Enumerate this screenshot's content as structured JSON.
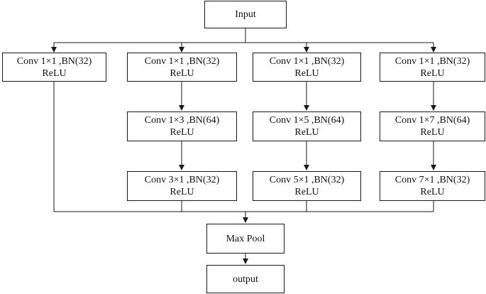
{
  "diagram": {
    "input": "Input",
    "branches": [
      {
        "steps": [
          {
            "line1": "Conv 1×1 ,BN(32)",
            "line2": "ReLU"
          }
        ]
      },
      {
        "steps": [
          {
            "line1": "Conv 1×1 ,BN(32)",
            "line2": "ReLU"
          },
          {
            "line1": "Conv 1×3 ,BN(64)",
            "line2": "ReLU"
          },
          {
            "line1": "Conv 3×1 ,BN(32)",
            "line2": "ReLU"
          }
        ]
      },
      {
        "steps": [
          {
            "line1": "Conv 1×1 ,BN(32)",
            "line2": "ReLU"
          },
          {
            "line1": "Conv 1×5 ,BN(64)",
            "line2": "ReLU"
          },
          {
            "line1": "Conv 5×1 ,BN(32)",
            "line2": "ReLU"
          }
        ]
      },
      {
        "steps": [
          {
            "line1": "Conv 1×1 ,BN(32)",
            "line2": "ReLU"
          },
          {
            "line1": "Conv 1×7 ,BN(64)",
            "line2": "ReLU"
          },
          {
            "line1": "Conv 7×1 ,BN(32)",
            "line2": "ReLU"
          }
        ]
      }
    ],
    "pool": "Max Pool",
    "output": "output"
  }
}
